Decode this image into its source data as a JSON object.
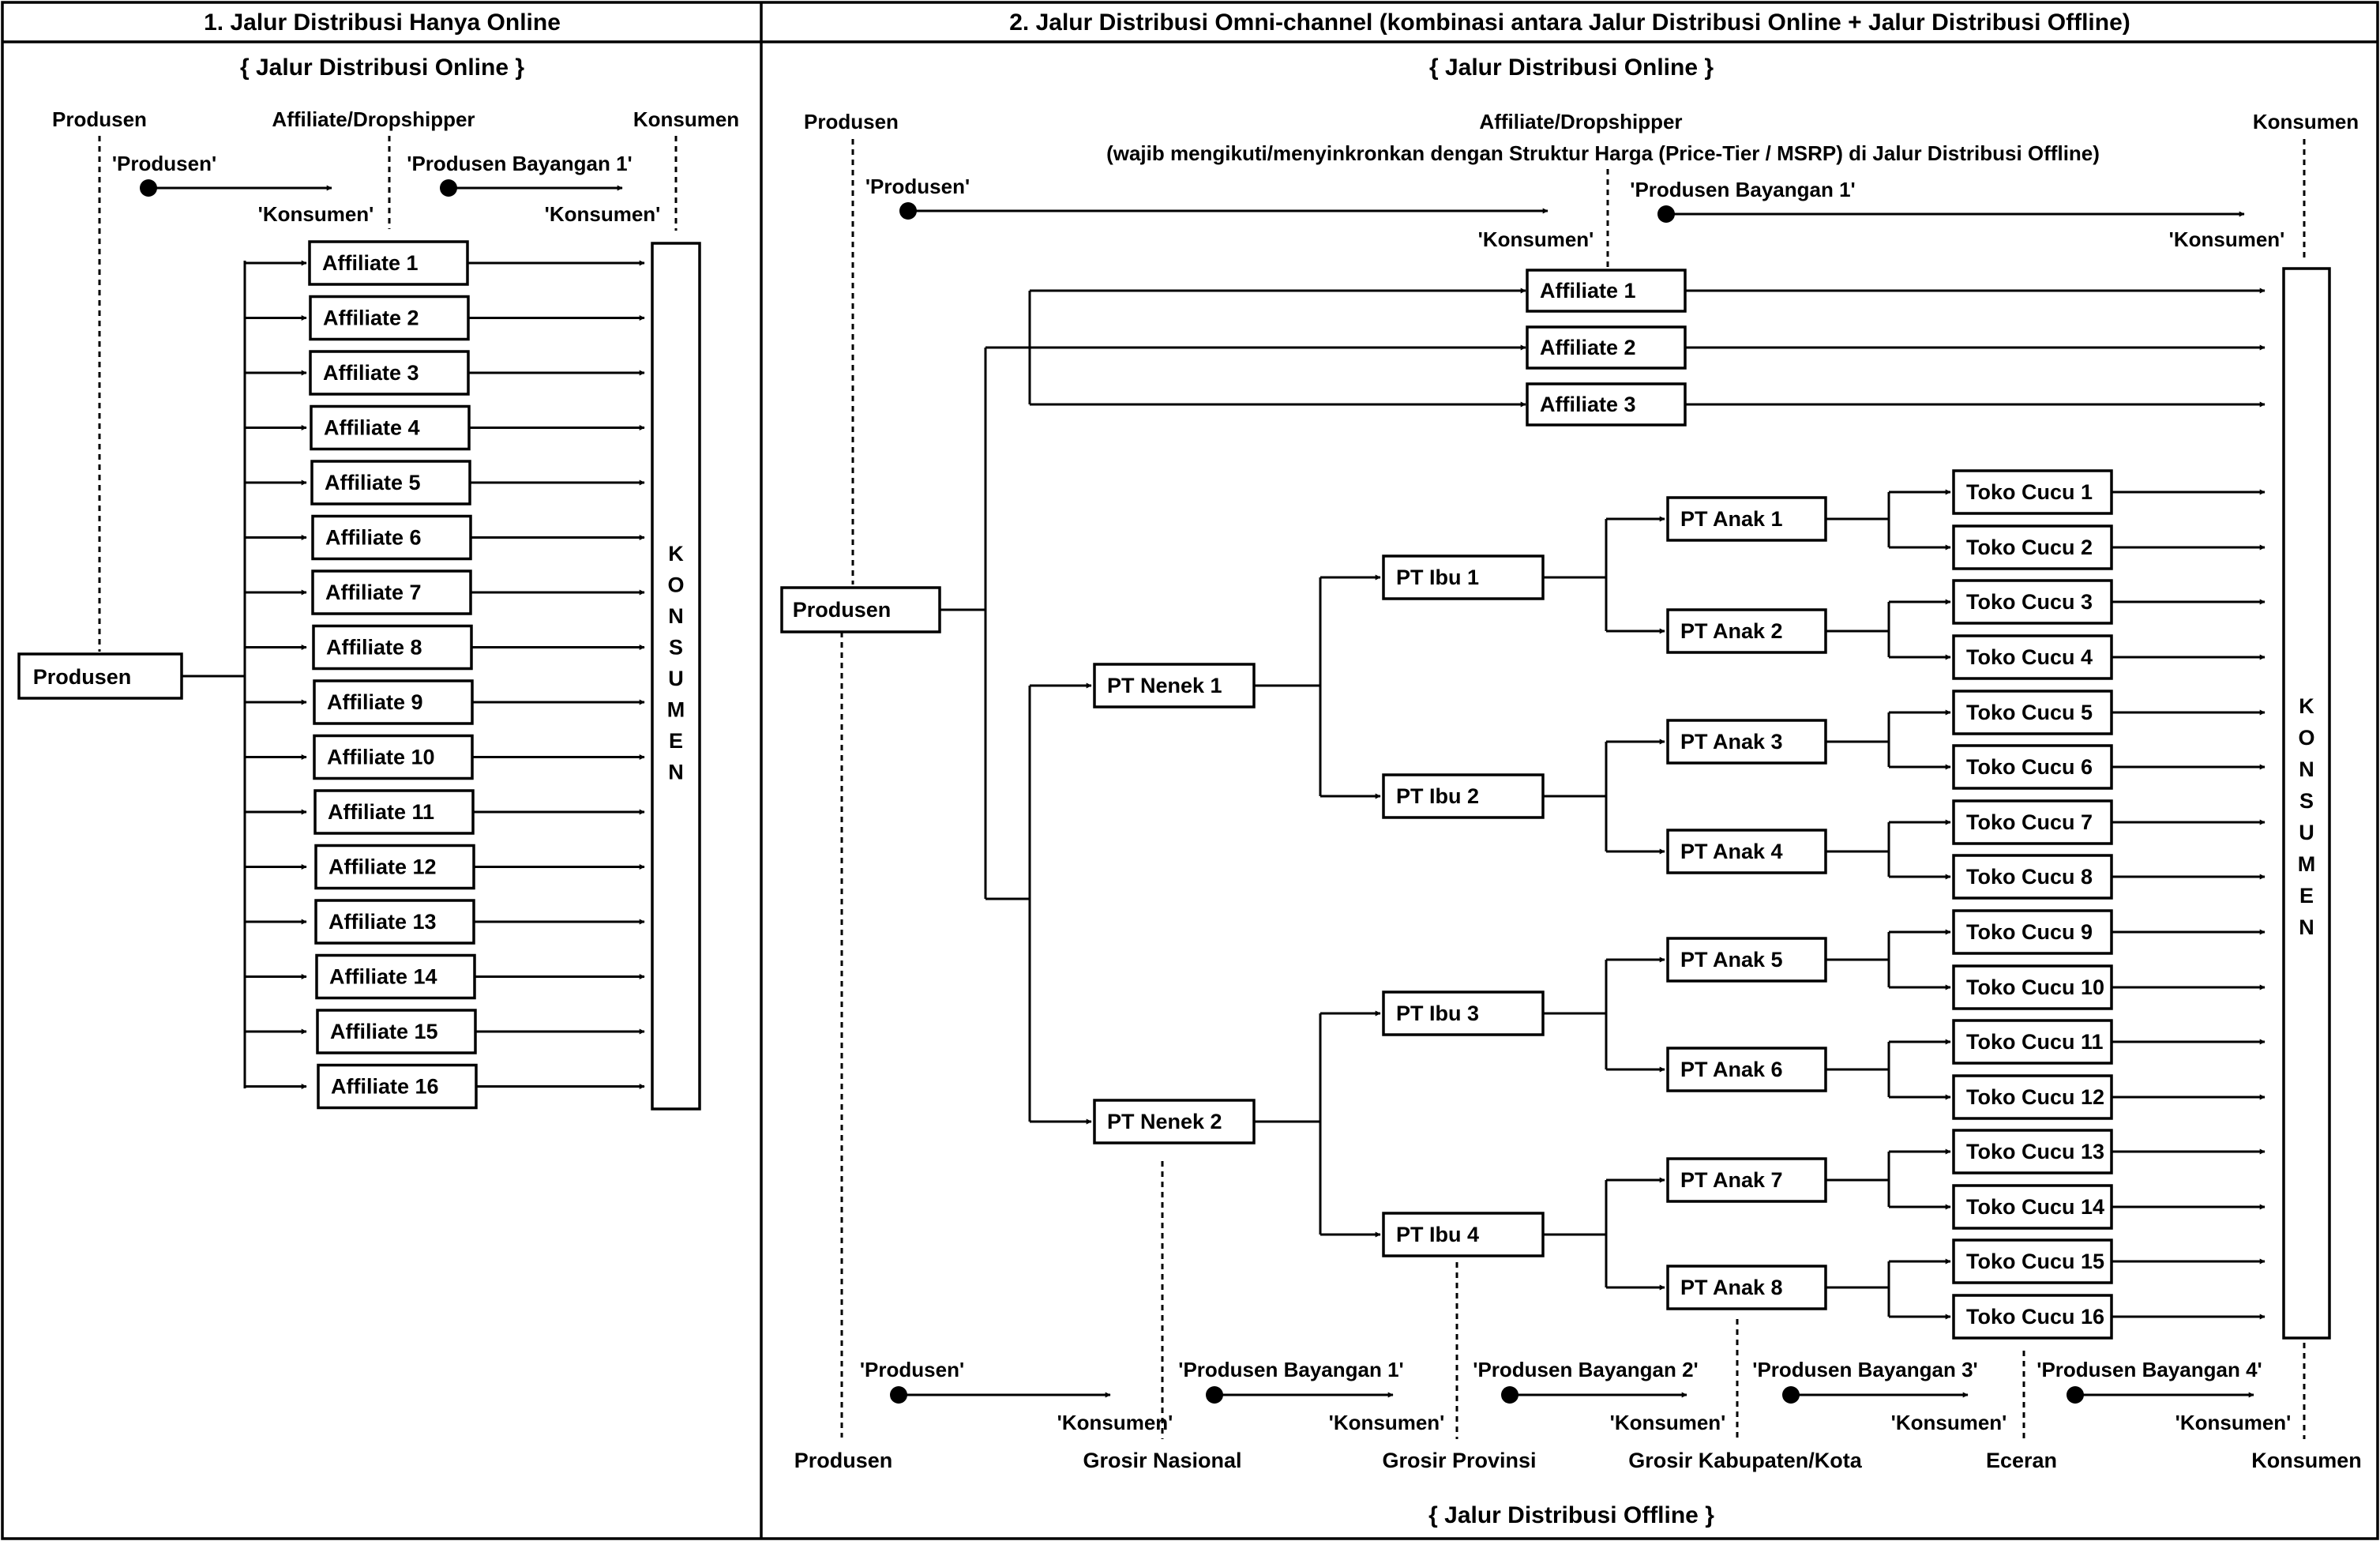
{
  "panel1": {
    "title": "1. Jalur Distribusi Hanya Online",
    "channel_label": "{ Jalur Distribusi Online }",
    "col_produsen": "Produsen",
    "col_affiliate": "Affiliate/Dropshipper",
    "col_konsumen": "Konsumen",
    "role1_from": "'Produsen'",
    "role1_to": "'Konsumen'",
    "role2_from": "'Produsen Bayangan 1'",
    "role2_to": "'Konsumen'",
    "source": "Produsen",
    "affiliates": [
      "Affiliate 1",
      "Affiliate 2",
      "Affiliate 3",
      "Affiliate 4",
      "Affiliate 5",
      "Affiliate 6",
      "Affiliate 7",
      "Affiliate 8",
      "Affiliate 9",
      "Affiliate 10",
      "Affiliate 11",
      "Affiliate 12",
      "Affiliate 13",
      "Affiliate 14",
      "Affiliate 15",
      "Affiliate 16"
    ],
    "konsumen_vertical": [
      "K",
      "O",
      "N",
      "S",
      "U",
      "M",
      "E",
      "N"
    ]
  },
  "panel2": {
    "title": "2. Jalur Distribusi Omni-channel (kombinasi antara Jalur Distribusi Online + Jalur Distribusi Offline)",
    "online_label": "{ Jalur Distribusi Online }",
    "offline_label": "{ Jalur Distribusi Offline }",
    "col_produsen": "Produsen",
    "col_affiliate": "Affiliate/Dropshipper",
    "col_affiliate_note": "(wajib mengikuti/menyinkronkan dengan Struktur Harga (Price-Tier / MSRP) di Jalur Distribusi Offline)",
    "col_konsumen": "Konsumen",
    "online_role1_from": "'Produsen'",
    "online_role1_to": "'Konsumen'",
    "online_role2_from": "'Produsen Bayangan 1'",
    "online_role2_to": "'Konsumen'",
    "source": "Produsen",
    "affiliates": [
      "Affiliate 1",
      "Affiliate 2",
      "Affiliate 3"
    ],
    "nenek": [
      "PT Nenek 1",
      "PT Nenek 2"
    ],
    "ibu": [
      "PT Ibu 1",
      "PT Ibu 2",
      "PT Ibu 3",
      "PT Ibu 4"
    ],
    "anak": [
      "PT Anak 1",
      "PT Anak 2",
      "PT Anak 3",
      "PT Anak 4",
      "PT Anak 5",
      "PT Anak 6",
      "PT Anak 7",
      "PT Anak 8"
    ],
    "toko": [
      "Toko Cucu 1",
      "Toko Cucu 2",
      "Toko Cucu 3",
      "Toko Cucu 4",
      "Toko Cucu 5",
      "Toko Cucu 6",
      "Toko Cucu 7",
      "Toko Cucu 8",
      "Toko Cucu 9",
      "Toko Cucu 10",
      "Toko Cucu 11",
      "Toko Cucu 12",
      "Toko Cucu 13",
      "Toko Cucu 14",
      "Toko Cucu 15",
      "Toko Cucu 16"
    ],
    "konsumen_vertical": [
      "K",
      "O",
      "N",
      "S",
      "U",
      "M",
      "E",
      "N"
    ],
    "offline_roles": [
      {
        "from": "'Produsen'",
        "to": "'Konsumen'"
      },
      {
        "from": "'Produsen Bayangan 1'",
        "to": "'Konsumen'"
      },
      {
        "from": "'Produsen Bayangan 2'",
        "to": "'Konsumen'"
      },
      {
        "from": "'Produsen Bayangan 3'",
        "to": "'Konsumen'"
      },
      {
        "from": "'Produsen Bayangan 4'",
        "to": "'Konsumen'"
      }
    ],
    "levels": [
      "Produsen",
      "Grosir Nasional",
      "Grosir Provinsi",
      "Grosir Kabupaten/Kota",
      "Eceran",
      "Konsumen"
    ]
  }
}
